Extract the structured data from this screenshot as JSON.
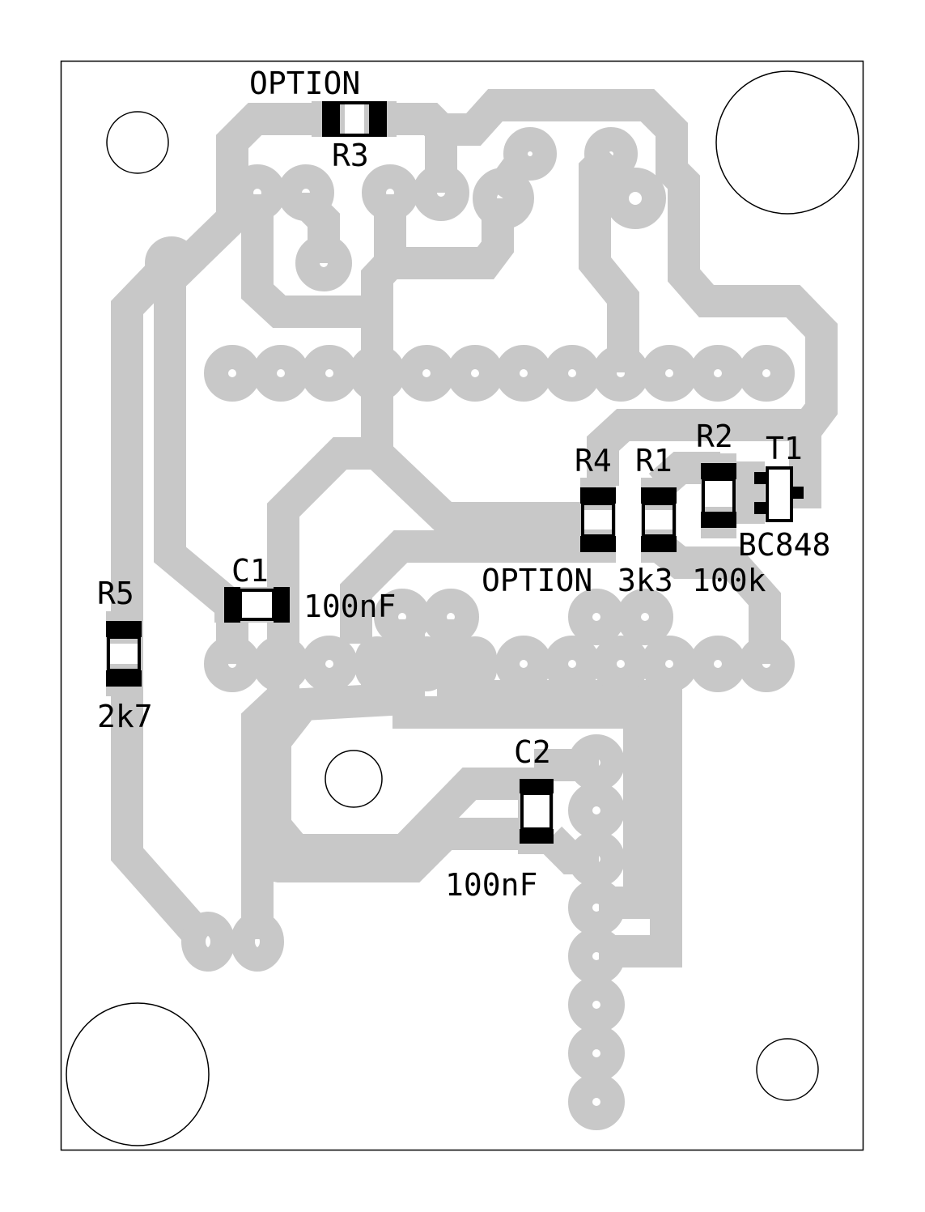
{
  "board": {
    "type": "PCB silkscreen + copper layout",
    "colors": {
      "copper": "#c8c8c8",
      "silkscreen": "#000000",
      "background": "#ffffff"
    }
  },
  "components": {
    "R3": {
      "designator": "R3",
      "value": "OPTION"
    },
    "R4": {
      "designator": "R4",
      "value": "OPTION"
    },
    "R1": {
      "designator": "R1",
      "value": "3k3"
    },
    "R2": {
      "designator": "R2",
      "value": "100k"
    },
    "T1": {
      "designator": "T1",
      "value": "BC848"
    },
    "C1": {
      "designator": "C1",
      "value": "100nF"
    },
    "C2": {
      "designator": "C2",
      "value": "100nF"
    },
    "R5": {
      "designator": "R5",
      "value": "2k7"
    }
  },
  "connectors": {
    "top_header_pins": 12,
    "bottom_header_pins": 12,
    "right_vertical_header_pins": 8,
    "bottom_left_pads": 2
  },
  "mounting_holes": [
    "top-left",
    "top-right",
    "center",
    "bottom-left",
    "bottom-right"
  ]
}
